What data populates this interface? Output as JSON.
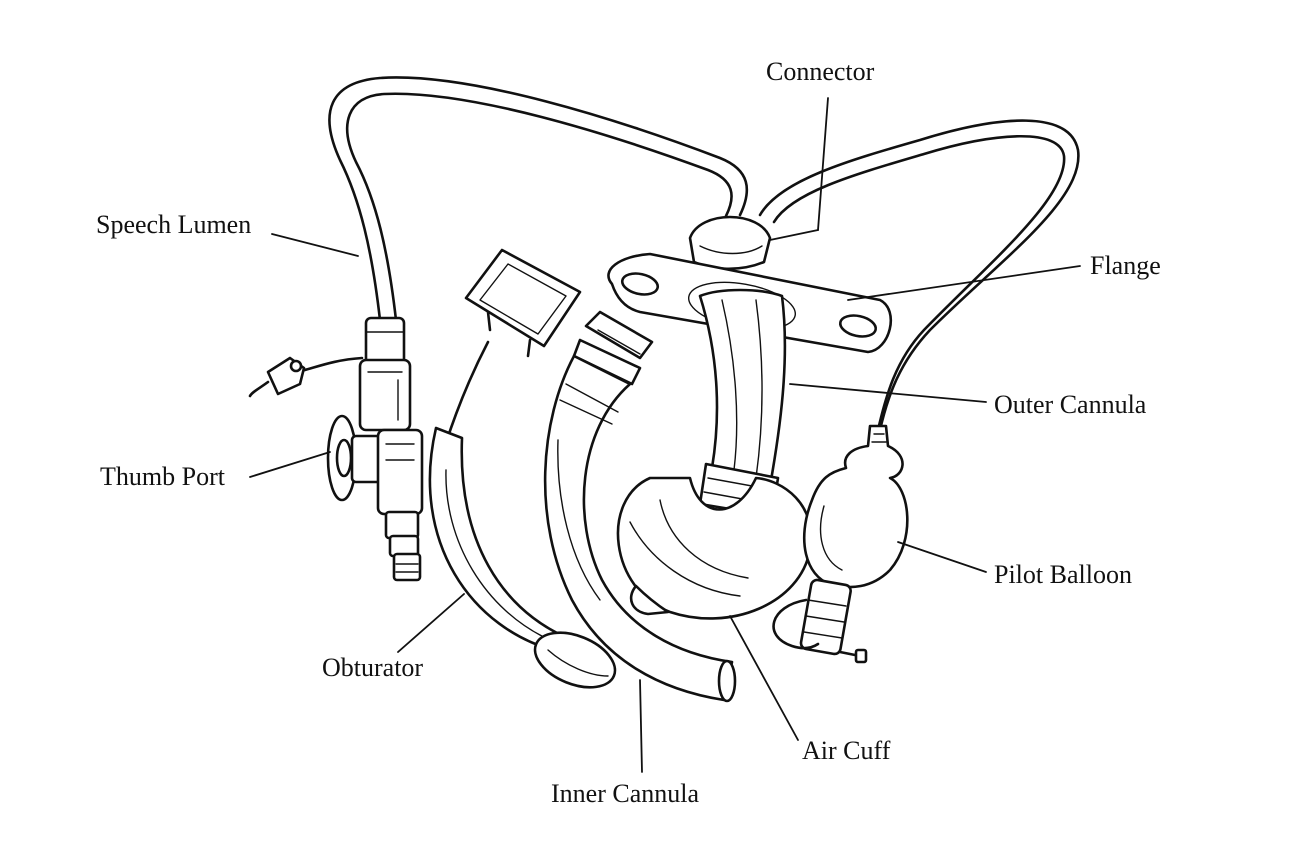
{
  "labels": {
    "connector": "Connector",
    "speech_lumen": "Speech Lumen",
    "flange": "Flange",
    "outer_cannula": "Outer Cannula",
    "thumb_port": "Thumb Port",
    "pilot_balloon": "Pilot Balloon",
    "obturator": "Obturator",
    "air_cuff": "Air Cuff",
    "inner_cannula": "Inner Cannula"
  }
}
